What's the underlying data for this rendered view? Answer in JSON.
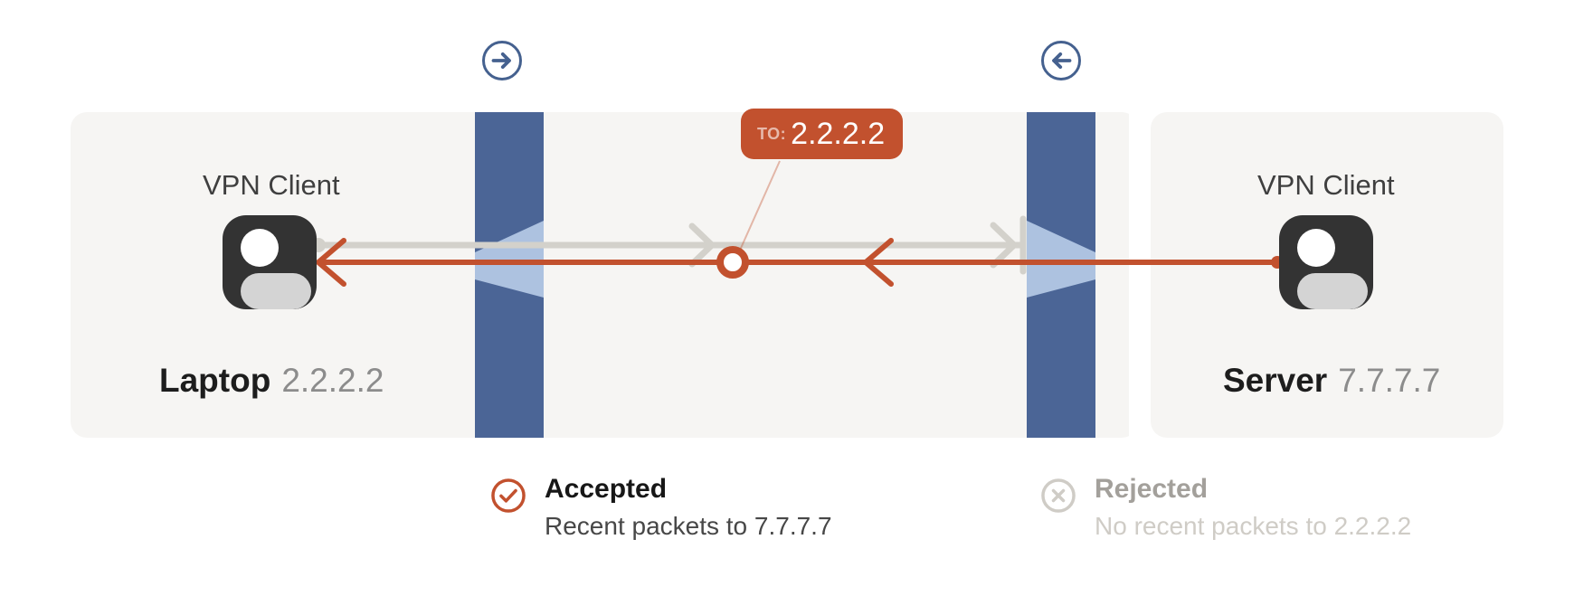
{
  "theme": {
    "firewall_blue": "#4b6596",
    "aperture_blue": "#adc2e0",
    "packet_orange": "#c2512e",
    "blocked_gray": "#d3d1cb",
    "panel_bg": "#f6f5f3",
    "badge_blue": "#45618f"
  },
  "nodes": {
    "left": {
      "title": "VPN Client",
      "name": "Laptop",
      "ip": "2.2.2.2",
      "device_icon": "user-avatar-icon"
    },
    "right": {
      "title": "VPN Client",
      "name": "Server",
      "ip": "7.7.7.7",
      "device_icon": "user-avatar-icon"
    }
  },
  "direction_badges": [
    {
      "name": "outbound",
      "icon": "arrow-right-circle-icon"
    },
    {
      "name": "inbound",
      "icon": "arrow-left-circle-icon"
    }
  ],
  "packet_badge": {
    "label": "TO:",
    "ip": "2.2.2.2"
  },
  "flows": [
    {
      "name": "blocked-flow",
      "direction": "left-to-right",
      "color": "#d3d1cb",
      "terminator": "blocked-bar"
    },
    {
      "name": "accepted-flow",
      "direction": "right-to-left",
      "color": "#c2512e",
      "terminator": "arrow-head"
    }
  ],
  "legend": {
    "accepted": {
      "icon": "check-circle-icon",
      "title": "Accepted",
      "subtitle": "Recent packets to 7.7.7.7"
    },
    "rejected": {
      "icon": "x-circle-icon",
      "title": "Rejected",
      "subtitle": "No recent packets to 2.2.2.2"
    }
  }
}
